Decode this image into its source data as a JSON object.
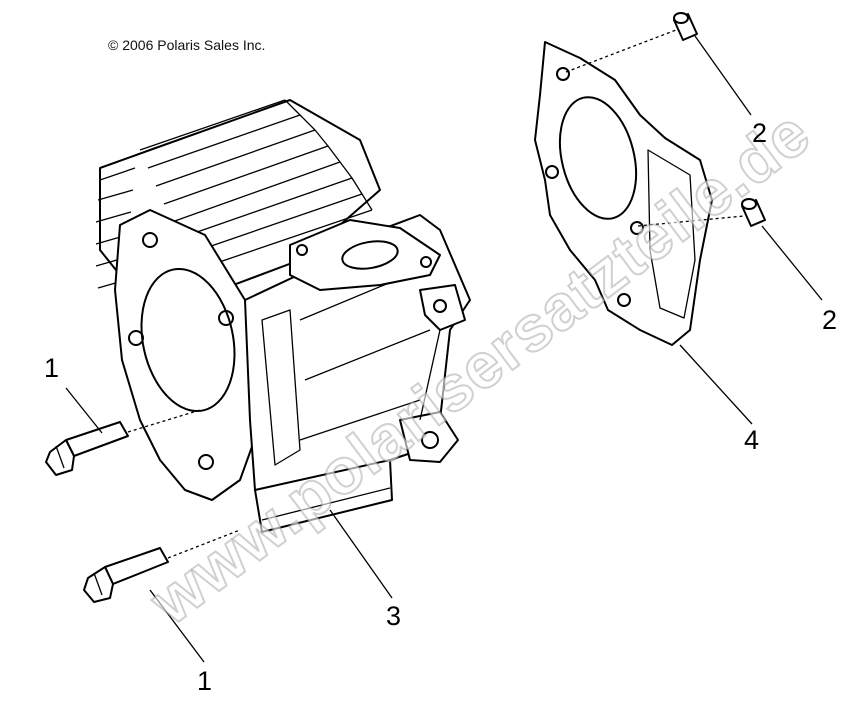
{
  "copyright": "© 2006 Polaris Sales Inc.",
  "watermark": "www.polarisersatzteile.de",
  "callouts": {
    "bolt_top": "1",
    "bolt_bottom": "1",
    "dowel_top": "2",
    "dowel_bottom": "2",
    "cylinder": "3",
    "gasket": "4"
  },
  "colors": {
    "line": "#000000",
    "background": "#ffffff",
    "watermark_outline": "#969696"
  }
}
